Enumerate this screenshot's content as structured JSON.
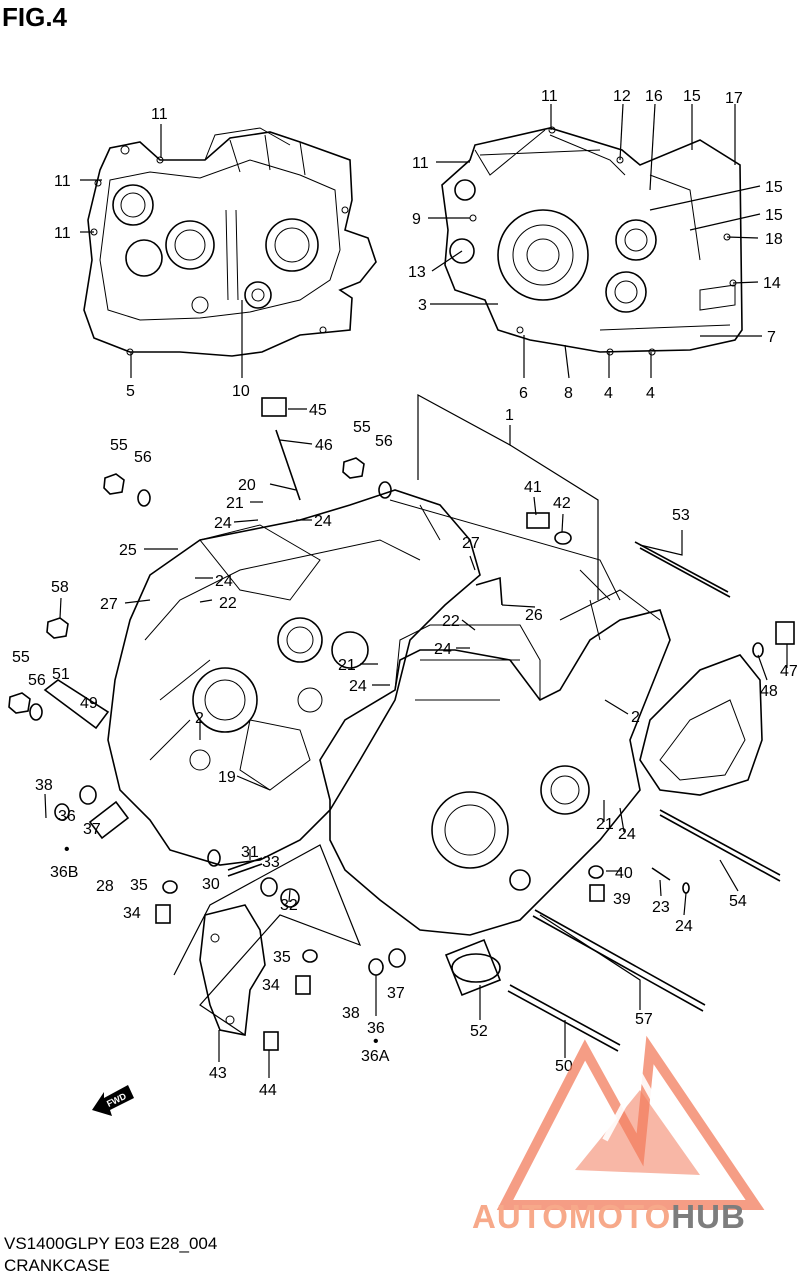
{
  "figure": {
    "title": "FIG.4"
  },
  "footer": {
    "model_code": "VS1400GLPY E03 E28_004",
    "caption": "CRANKCASE"
  },
  "direction_marker": {
    "label": "FWD"
  },
  "watermark": {
    "part1": "AUTOMOTO",
    "part2": "HUB",
    "color_primary": "#f27c5c",
    "color_secondary": "#7d7d7d"
  },
  "callouts": [
    {
      "id": "c1",
      "label": "11"
    },
    {
      "id": "c2",
      "label": "11"
    },
    {
      "id": "c3",
      "label": "11"
    },
    {
      "id": "c4",
      "label": "5"
    },
    {
      "id": "c5",
      "label": "10"
    },
    {
      "id": "c6",
      "label": "11"
    },
    {
      "id": "c7",
      "label": "12"
    },
    {
      "id": "c8",
      "label": "16"
    },
    {
      "id": "c9",
      "label": "15"
    },
    {
      "id": "c10",
      "label": "17"
    },
    {
      "id": "c11",
      "label": "11"
    },
    {
      "id": "c12",
      "label": "15"
    },
    {
      "id": "c13",
      "label": "9"
    },
    {
      "id": "c14",
      "label": "15"
    },
    {
      "id": "c15",
      "label": "18"
    },
    {
      "id": "c16",
      "label": "13"
    },
    {
      "id": "c17",
      "label": "14"
    },
    {
      "id": "c18",
      "label": "3"
    },
    {
      "id": "c19",
      "label": "7"
    },
    {
      "id": "c20",
      "label": "6"
    },
    {
      "id": "c21",
      "label": "8"
    },
    {
      "id": "c22",
      "label": "4"
    },
    {
      "id": "c23",
      "label": "4"
    },
    {
      "id": "c24",
      "label": "45"
    },
    {
      "id": "c25",
      "label": "46"
    },
    {
      "id": "c26",
      "label": "1"
    },
    {
      "id": "c27",
      "label": "55"
    },
    {
      "id": "c28",
      "label": "56"
    },
    {
      "id": "c29",
      "label": "55"
    },
    {
      "id": "c30",
      "label": "56"
    },
    {
      "id": "c31",
      "label": "20"
    },
    {
      "id": "c32",
      "label": "21"
    },
    {
      "id": "c33",
      "label": "24"
    },
    {
      "id": "c34",
      "label": "24"
    },
    {
      "id": "c35",
      "label": "41"
    },
    {
      "id": "c36",
      "label": "42"
    },
    {
      "id": "c37",
      "label": "53"
    },
    {
      "id": "c38",
      "label": "25"
    },
    {
      "id": "c39",
      "label": "27"
    },
    {
      "id": "c40",
      "label": "24"
    },
    {
      "id": "c41",
      "label": "58"
    },
    {
      "id": "c42",
      "label": "27"
    },
    {
      "id": "c43",
      "label": "22"
    },
    {
      "id": "c44",
      "label": "26"
    },
    {
      "id": "c45",
      "label": "22"
    },
    {
      "id": "c46",
      "label": "24"
    },
    {
      "id": "c47",
      "label": "47"
    },
    {
      "id": "c48",
      "label": "55"
    },
    {
      "id": "c49",
      "label": "51"
    },
    {
      "id": "c50",
      "label": "56"
    },
    {
      "id": "c51",
      "label": "49"
    },
    {
      "id": "c52",
      "label": "21"
    },
    {
      "id": "c53",
      "label": "24"
    },
    {
      "id": "c54",
      "label": "48"
    },
    {
      "id": "c55",
      "label": "2"
    },
    {
      "id": "c56",
      "label": "2"
    },
    {
      "id": "c57",
      "label": "19"
    },
    {
      "id": "c58",
      "label": "38"
    },
    {
      "id": "c59",
      "label": "36"
    },
    {
      "id": "c60",
      "label": "37"
    },
    {
      "id": "c61",
      "label": "36B"
    },
    {
      "id": "c62",
      "label": "21"
    },
    {
      "id": "c63",
      "label": "24"
    },
    {
      "id": "c64",
      "label": "28"
    },
    {
      "id": "c65",
      "label": "31"
    },
    {
      "id": "c66",
      "label": "33"
    },
    {
      "id": "c67",
      "label": "35"
    },
    {
      "id": "c68",
      "label": "30"
    },
    {
      "id": "c69",
      "label": "40"
    },
    {
      "id": "c70",
      "label": "54"
    },
    {
      "id": "c71",
      "label": "34"
    },
    {
      "id": "c72",
      "label": "32"
    },
    {
      "id": "c73",
      "label": "39"
    },
    {
      "id": "c74",
      "label": "23"
    },
    {
      "id": "c75",
      "label": "24"
    },
    {
      "id": "c76",
      "label": "35"
    },
    {
      "id": "c77",
      "label": "34"
    },
    {
      "id": "c78",
      "label": "37"
    },
    {
      "id": "c79",
      "label": "38"
    },
    {
      "id": "c80",
      "label": "57"
    },
    {
      "id": "c81",
      "label": "36"
    },
    {
      "id": "c82",
      "label": "52"
    },
    {
      "id": "c83",
      "label": "36A"
    },
    {
      "id": "c84",
      "label": "50"
    },
    {
      "id": "c85",
      "label": "43"
    },
    {
      "id": "c86",
      "label": "44"
    }
  ]
}
